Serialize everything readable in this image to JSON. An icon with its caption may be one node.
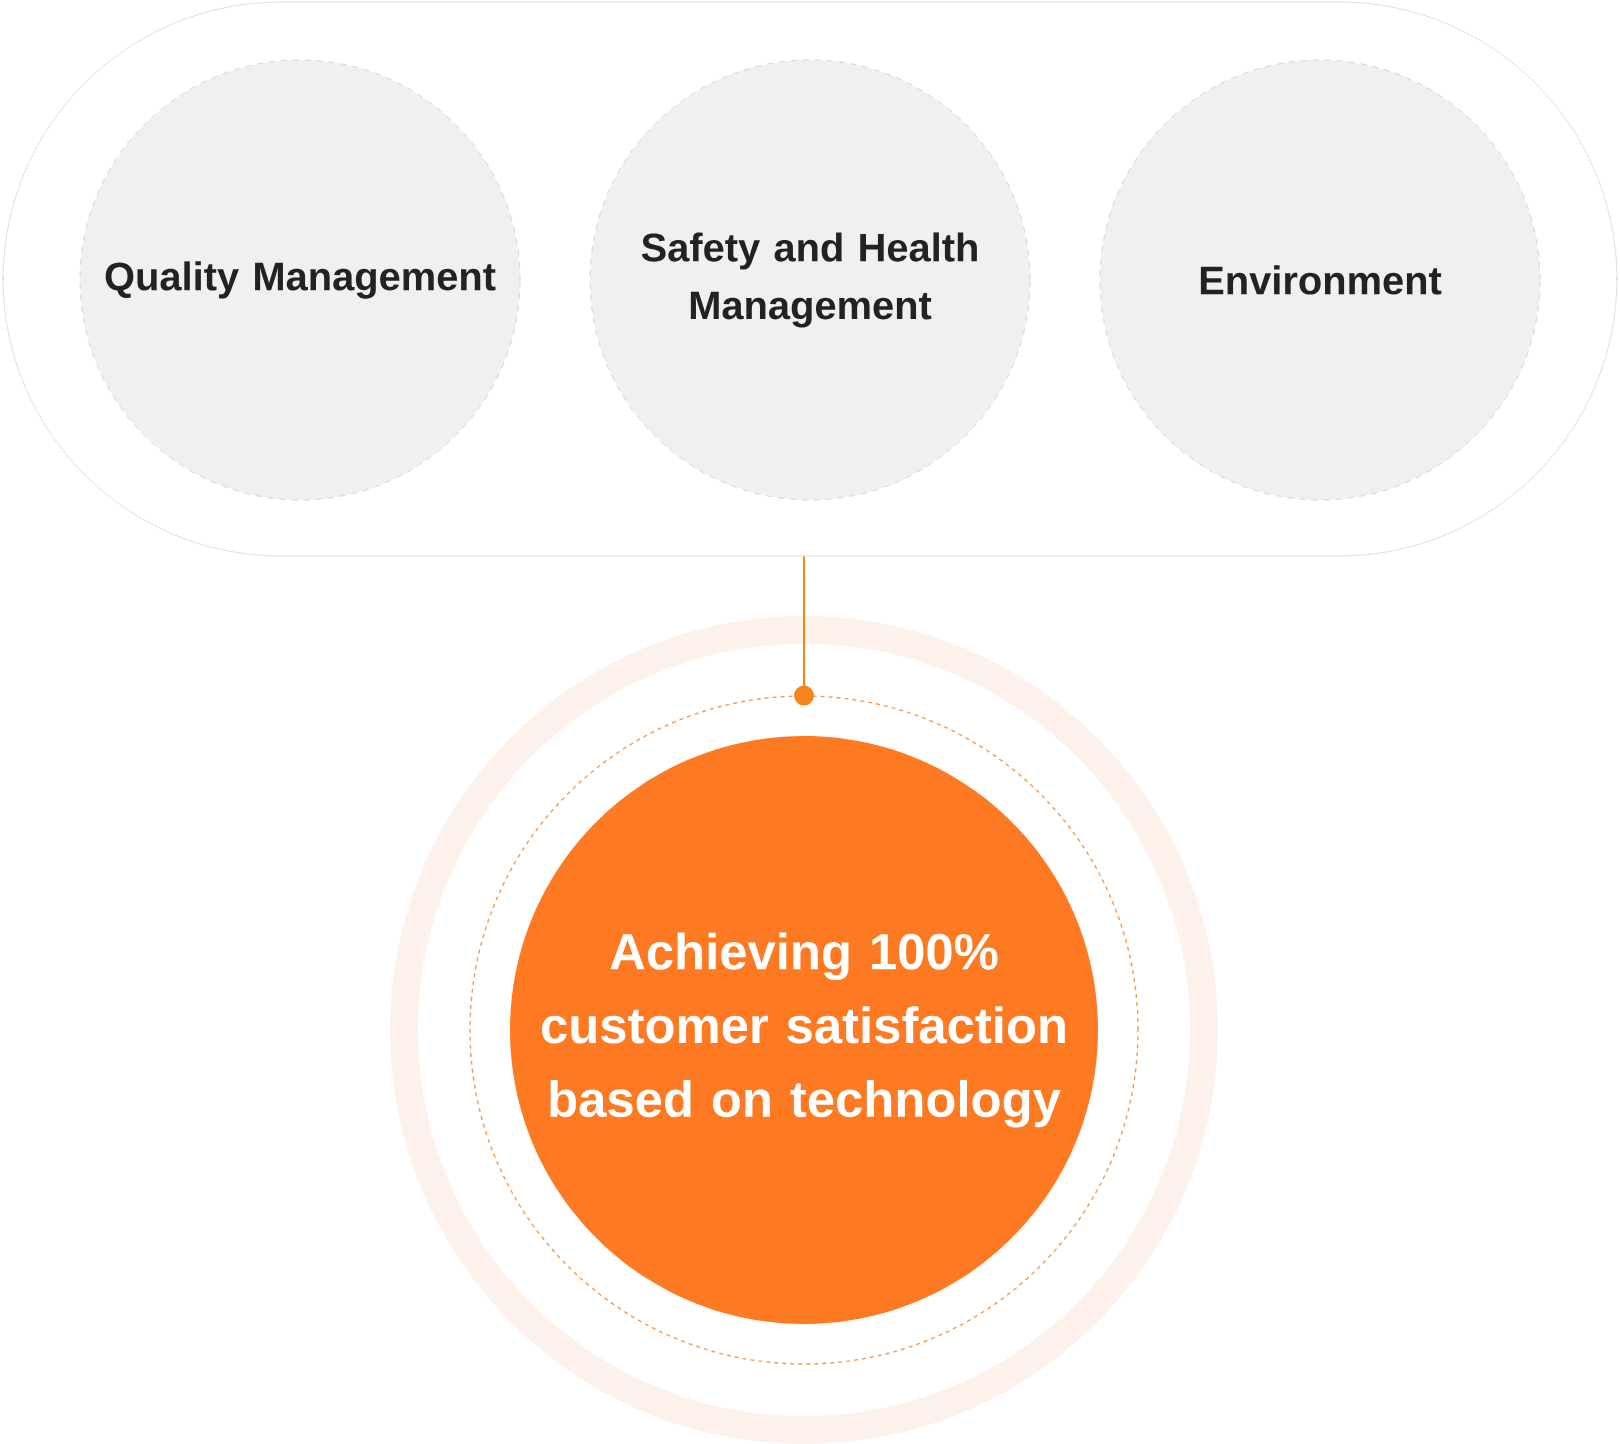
{
  "diagram": {
    "nodes": [
      {
        "text": [],
        "shape": "box"
      },
      {
        "text": [
          "Quality Management"
        ],
        "in": 0
      },
      {
        "text": [
          "Safety and Health Management"
        ],
        "in": 0
      },
      {
        "text": [
          "Environment"
        ],
        "in": 0
      },
      {
        "text": [
          "Achieving 100% customer satisfaction based on technology"
        ]
      }
    ],
    "edges": [
      {
        "from": 0,
        "to": 4,
        "arrow": "other",
        "color": "#f5861f"
      }
    ]
  }
}
